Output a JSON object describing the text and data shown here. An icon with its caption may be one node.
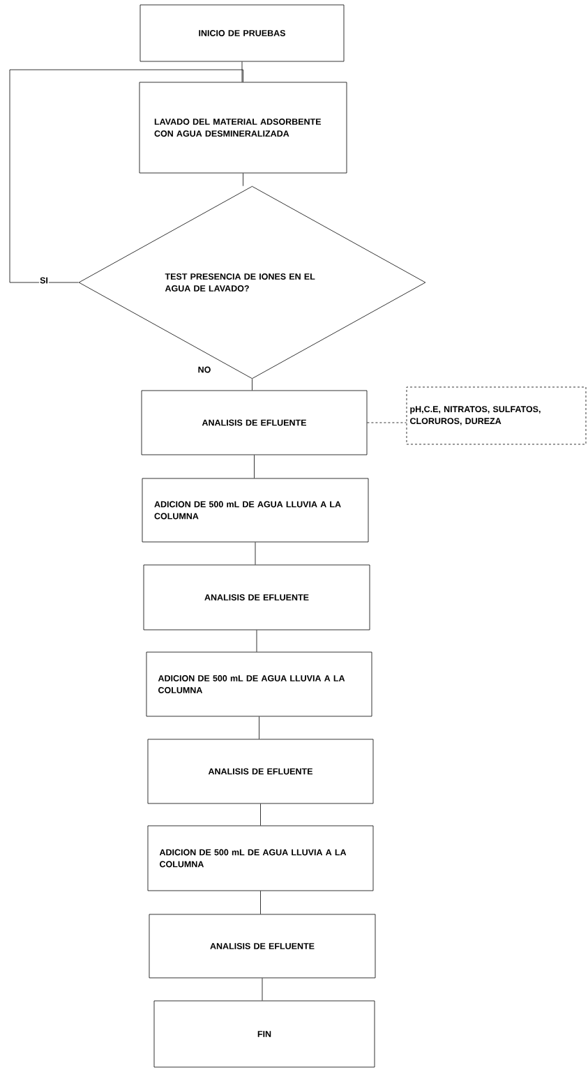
{
  "diagram": {
    "nodes": [
      {
        "text": [
          "INICIO DE PRUEBAS"
        ]
      },
      {
        "text": [
          "LAVADO DEL MATERIAL ADSORBENTE CON AGUA DESMINERALIZADA"
        ]
      },
      {
        "text": [
          "TEST PRESENCIA DE IONES EN EL AGUA DE LAVADO?"
        ]
      },
      {
        "text": [
          "ANALISIS DE EFLUENTE"
        ]
      },
      {
        "text": [
          "pH,C.E,  NITRATOS, SULFATOS, CLORUROS, DUREZA"
        ]
      },
      {
        "text": [
          "ADICION DE 500 mL DE AGUA LLUVIA A LA COLUMNA"
        ]
      },
      {
        "text": [
          "ANALISIS DE EFLUENTE"
        ]
      },
      {
        "text": [
          "ADICION DE 500 mL DE AGUA LLUVIA A LA COLUMNA"
        ]
      },
      {
        "text": [
          "ANALISIS DE EFLUENTE"
        ]
      },
      {
        "text": [
          "ADICION DE 500 mL DE AGUA LLUVIA A LA COLUMNA"
        ]
      },
      {
        "text": [
          "ANALISIS DE EFLUENTE"
        ]
      },
      {
        "text": [
          "FIN"
        ]
      }
    ],
    "edges": [
      {
        "from": 0,
        "to": 1,
        "arrow": "none"
      },
      {
        "from": 1,
        "to": 2,
        "arrow": "none"
      },
      {
        "from": 2,
        "to": 1,
        "arrow": "none",
        "label": "SI"
      },
      {
        "from": 2,
        "to": 3,
        "arrow": "none",
        "label": "NO"
      },
      {
        "from": 3,
        "to": 4,
        "arrow": "none",
        "style": "dashed"
      },
      {
        "from": 3,
        "to": 5,
        "arrow": "none"
      },
      {
        "from": 5,
        "to": 6,
        "arrow": "none"
      },
      {
        "from": 6,
        "to": 7,
        "arrow": "none"
      },
      {
        "from": 7,
        "to": 8,
        "arrow": "none"
      },
      {
        "from": 8,
        "to": 9,
        "arrow": "none"
      },
      {
        "from": 9,
        "to": 10,
        "arrow": "none"
      },
      {
        "from": 10,
        "to": 11,
        "arrow": "none"
      }
    ]
  }
}
